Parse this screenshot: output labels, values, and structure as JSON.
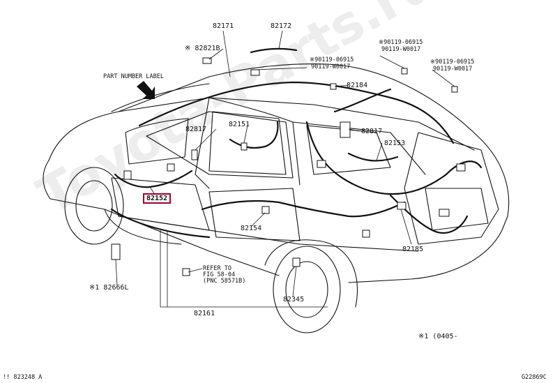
{
  "diagram": {
    "watermark": "Toyota-Parts.ru",
    "callout": "PART NUMBER LABEL",
    "highlighted_part": "82152",
    "footer_left": "!! 823248 A",
    "footer_right": "G22869C",
    "footnote": "※1 (0405-",
    "parts": {
      "p82171": "82171",
      "p82172": "82172",
      "p82218": "※ 82821B",
      "p82184": "82184",
      "p82817a": "82817",
      "p82817b": "82817",
      "p82151": "82151",
      "p82153": "82153",
      "p82154": "82154",
      "p82185": "82185",
      "p82345": "82345",
      "p82161": "82161",
      "p82666": "※1 82666L"
    },
    "bolts_a_1": "※90119-06915",
    "bolts_a_2": "90119-W0017",
    "bolts_b_1": "※90119-06915",
    "bolts_b_2": "90119-W0017",
    "bolts_c_1": "※90119-06915",
    "bolts_c_2": "90119-W0017",
    "refer_1": "REFER TO",
    "refer_2": "FIG 58-04",
    "refer_3": "(PNC 58571B)"
  }
}
